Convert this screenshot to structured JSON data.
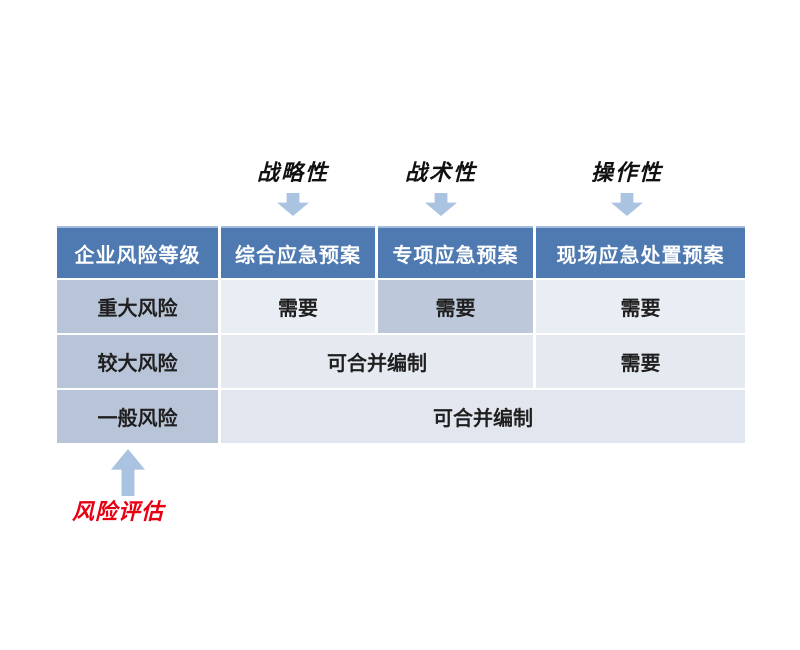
{
  "annotations": {
    "top_labels": [
      {
        "text": "战略性"
      },
      {
        "text": "战术性"
      },
      {
        "text": "操作性"
      }
    ],
    "bottom_arrow_label": "风险评估"
  },
  "table": {
    "headers": [
      "企业风险等级",
      "综合应急预案",
      "专项应急预案",
      "现场应急处置预案"
    ],
    "rows": [
      {
        "level": "重大风险",
        "cells": [
          "需要",
          "需要",
          "需要"
        ]
      },
      {
        "level": "较大风险",
        "merged": "可合并编制",
        "cells": [
          "需要"
        ]
      },
      {
        "level": "一般风险",
        "merged": "可合并编制"
      }
    ]
  },
  "colors": {
    "header_bg": "#4e7ab1",
    "header_text": "#ffffff",
    "level_cell_bg": "#b8c4d7",
    "highlight_cell_bg": "#bdc9da",
    "light_cell_bg": "#e7ebf3",
    "arrow": "#a9c3e1",
    "bottom_label_text": "#e60012",
    "body_text": "#1f1f1f"
  }
}
